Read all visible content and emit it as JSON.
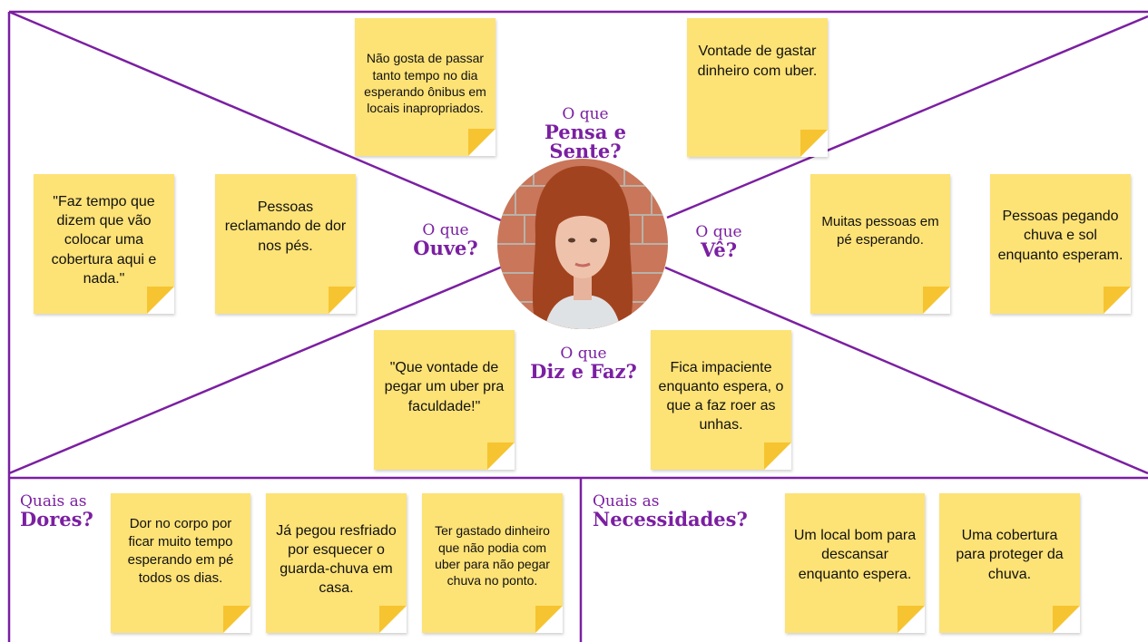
{
  "colors": {
    "border": "#7b1fa2",
    "note": "#fde276",
    "note_fold": "#f6c430",
    "label": "#7b1fa2"
  },
  "center": {
    "avatar": "portrait-photo"
  },
  "quadrants": {
    "pensa_sente": {
      "label_small": "O que",
      "label_big": "Pensa e Sente?",
      "notes": [
        "Não gosta de passar tanto tempo no dia esperando ônibus em locais inapropriados.",
        "Vontade de gastar dinheiro com uber."
      ]
    },
    "ouve": {
      "label_small": "O que",
      "label_big": "Ouve?",
      "notes": [
        "\"Faz tempo que dizem que vão colocar uma cobertura aqui e nada.\"",
        "Pessoas reclamando de dor nos pés."
      ]
    },
    "ve": {
      "label_small": "O que",
      "label_big": "Vê?",
      "notes": [
        "Muitas pessoas em pé esperando.",
        "Pessoas pegando chuva e sol enquanto esperam."
      ]
    },
    "diz_faz": {
      "label_small": "O que",
      "label_big": "Diz e Faz?",
      "notes": [
        "\"Que vontade de pegar um uber pra faculdade!\"",
        "Fica impaciente enquanto espera, o que a faz roer as unhas."
      ]
    }
  },
  "dores": {
    "label_small": "Quais as",
    "label_big": "Dores?",
    "notes": [
      "Dor no corpo por ficar muito tempo esperando em pé todos os dias.",
      "Já pegou resfriado por esquecer o guarda-chuva em casa.",
      "Ter gastado dinheiro que não podia com uber para não pegar chuva no ponto."
    ]
  },
  "necessidades": {
    "label_small": "Quais as",
    "label_big": "Necessidades?",
    "notes": [
      "Um local bom para descansar enquanto espera.",
      "Uma cobertura para proteger da chuva."
    ]
  }
}
